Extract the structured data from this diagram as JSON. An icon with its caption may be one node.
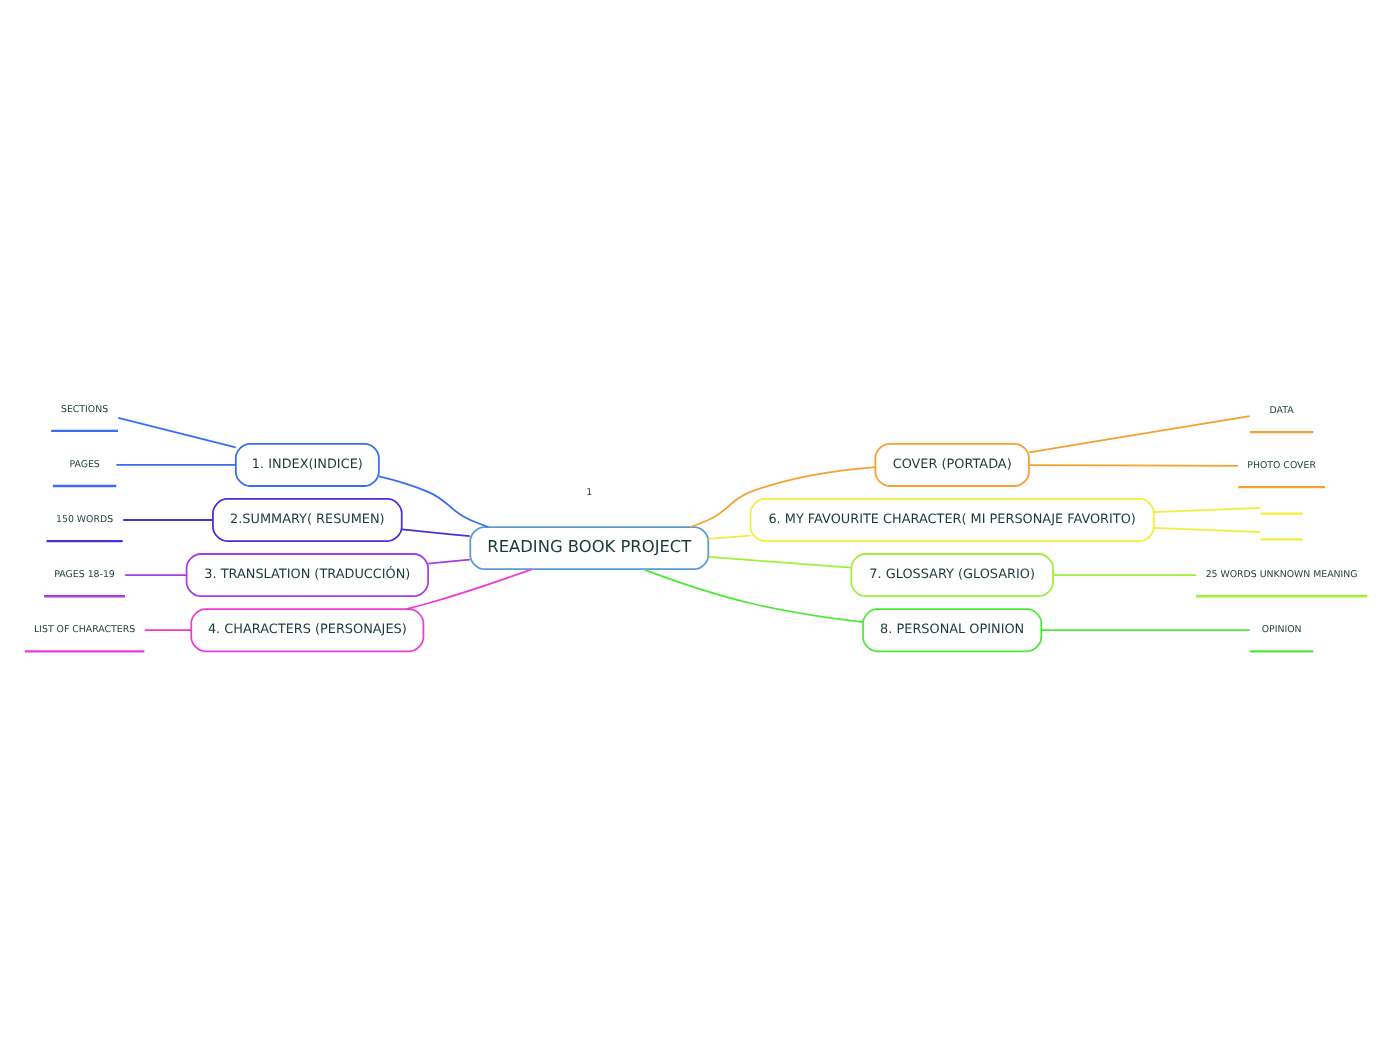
{
  "diagram": {
    "nodes": [
      {
        "text": [
          "READING BOOK PROJECT"
        ]
      },
      {
        "text": [
          "1. INDEX(INDICE)"
        ]
      },
      {
        "text": [
          "SECTIONS"
        ]
      },
      {
        "text": [
          "PAGES"
        ]
      },
      {
        "text": [
          "2.SUMMARY( RESUMEN)"
        ]
      },
      {
        "text": [
          "150 WORDS"
        ]
      },
      {
        "text": [
          "3. TRANSLATION (TRADUCCIÓN)"
        ]
      },
      {
        "text": [
          "PAGES 18-19"
        ]
      },
      {
        "text": [
          "4. CHARACTERS (PERSONAJES)"
        ]
      },
      {
        "text": [
          "LIST OF CHARACTERS"
        ]
      },
      {
        "text": [
          "COVER (PORTADA)"
        ]
      },
      {
        "text": [
          "DATA"
        ]
      },
      {
        "text": [
          "PHOTO COVER"
        ]
      },
      {
        "text": [
          "6. MY FAVOURITE CHARACTER( MI PERSONAJE FAVORITO)"
        ]
      },
      {
        "text": [],
        "shape": "line"
      },
      {
        "text": [],
        "shape": "line"
      },
      {
        "text": [
          "7. GLOSSARY (GLOSARIO)"
        ]
      },
      {
        "text": [
          "25 WORDS UNKNOWN MEANING"
        ]
      },
      {
        "text": [
          "8. PERSONAL OPINION"
        ]
      },
      {
        "text": [
          "OPINION"
        ]
      }
    ],
    "edges": [
      {
        "from": 0,
        "to": 1,
        "arrow": "none",
        "color": "#3a6df0"
      },
      {
        "from": 1,
        "to": 2,
        "arrow": "none",
        "color": "#3a6df0"
      },
      {
        "from": 1,
        "to": 3,
        "arrow": "none",
        "color": "#3a6df0"
      },
      {
        "from": 0,
        "to": 4,
        "arrow": "none",
        "color": "#4b2fd6"
      },
      {
        "from": 4,
        "to": 5,
        "arrow": "none",
        "color": "#4b2fd6"
      },
      {
        "from": 0,
        "to": 6,
        "arrow": "none",
        "color": "#a63ee8"
      },
      {
        "from": 6,
        "to": 7,
        "arrow": "none",
        "color": "#a63ee8"
      },
      {
        "from": 0,
        "to": 8,
        "arrow": "none",
        "color": "#f03ad6"
      },
      {
        "from": 8,
        "to": 9,
        "arrow": "none",
        "color": "#f03ad6"
      },
      {
        "from": 0,
        "to": 10,
        "arrow": "none",
        "color": "#f5a030"
      },
      {
        "from": 10,
        "to": 11,
        "arrow": "none",
        "color": "#f5a030"
      },
      {
        "from": 10,
        "to": 12,
        "arrow": "none",
        "color": "#f5a030"
      },
      {
        "from": 0,
        "to": 13,
        "arrow": "none",
        "color": "#f0f03a"
      },
      {
        "from": 13,
        "to": 14,
        "arrow": "none",
        "color": "#f0f03a"
      },
      {
        "from": 13,
        "to": 15,
        "arrow": "none",
        "color": "#f0f03a"
      },
      {
        "from": 0,
        "to": 16,
        "arrow": "none",
        "color": "#a0f03a"
      },
      {
        "from": 16,
        "to": 17,
        "arrow": "none",
        "color": "#a0f03a"
      },
      {
        "from": 0,
        "to": 18,
        "arrow": "none",
        "color": "#4ee83a"
      },
      {
        "from": 18,
        "to": 19,
        "arrow": "none",
        "color": "#4ee83a"
      }
    ],
    "labels": [
      "1"
    ]
  }
}
